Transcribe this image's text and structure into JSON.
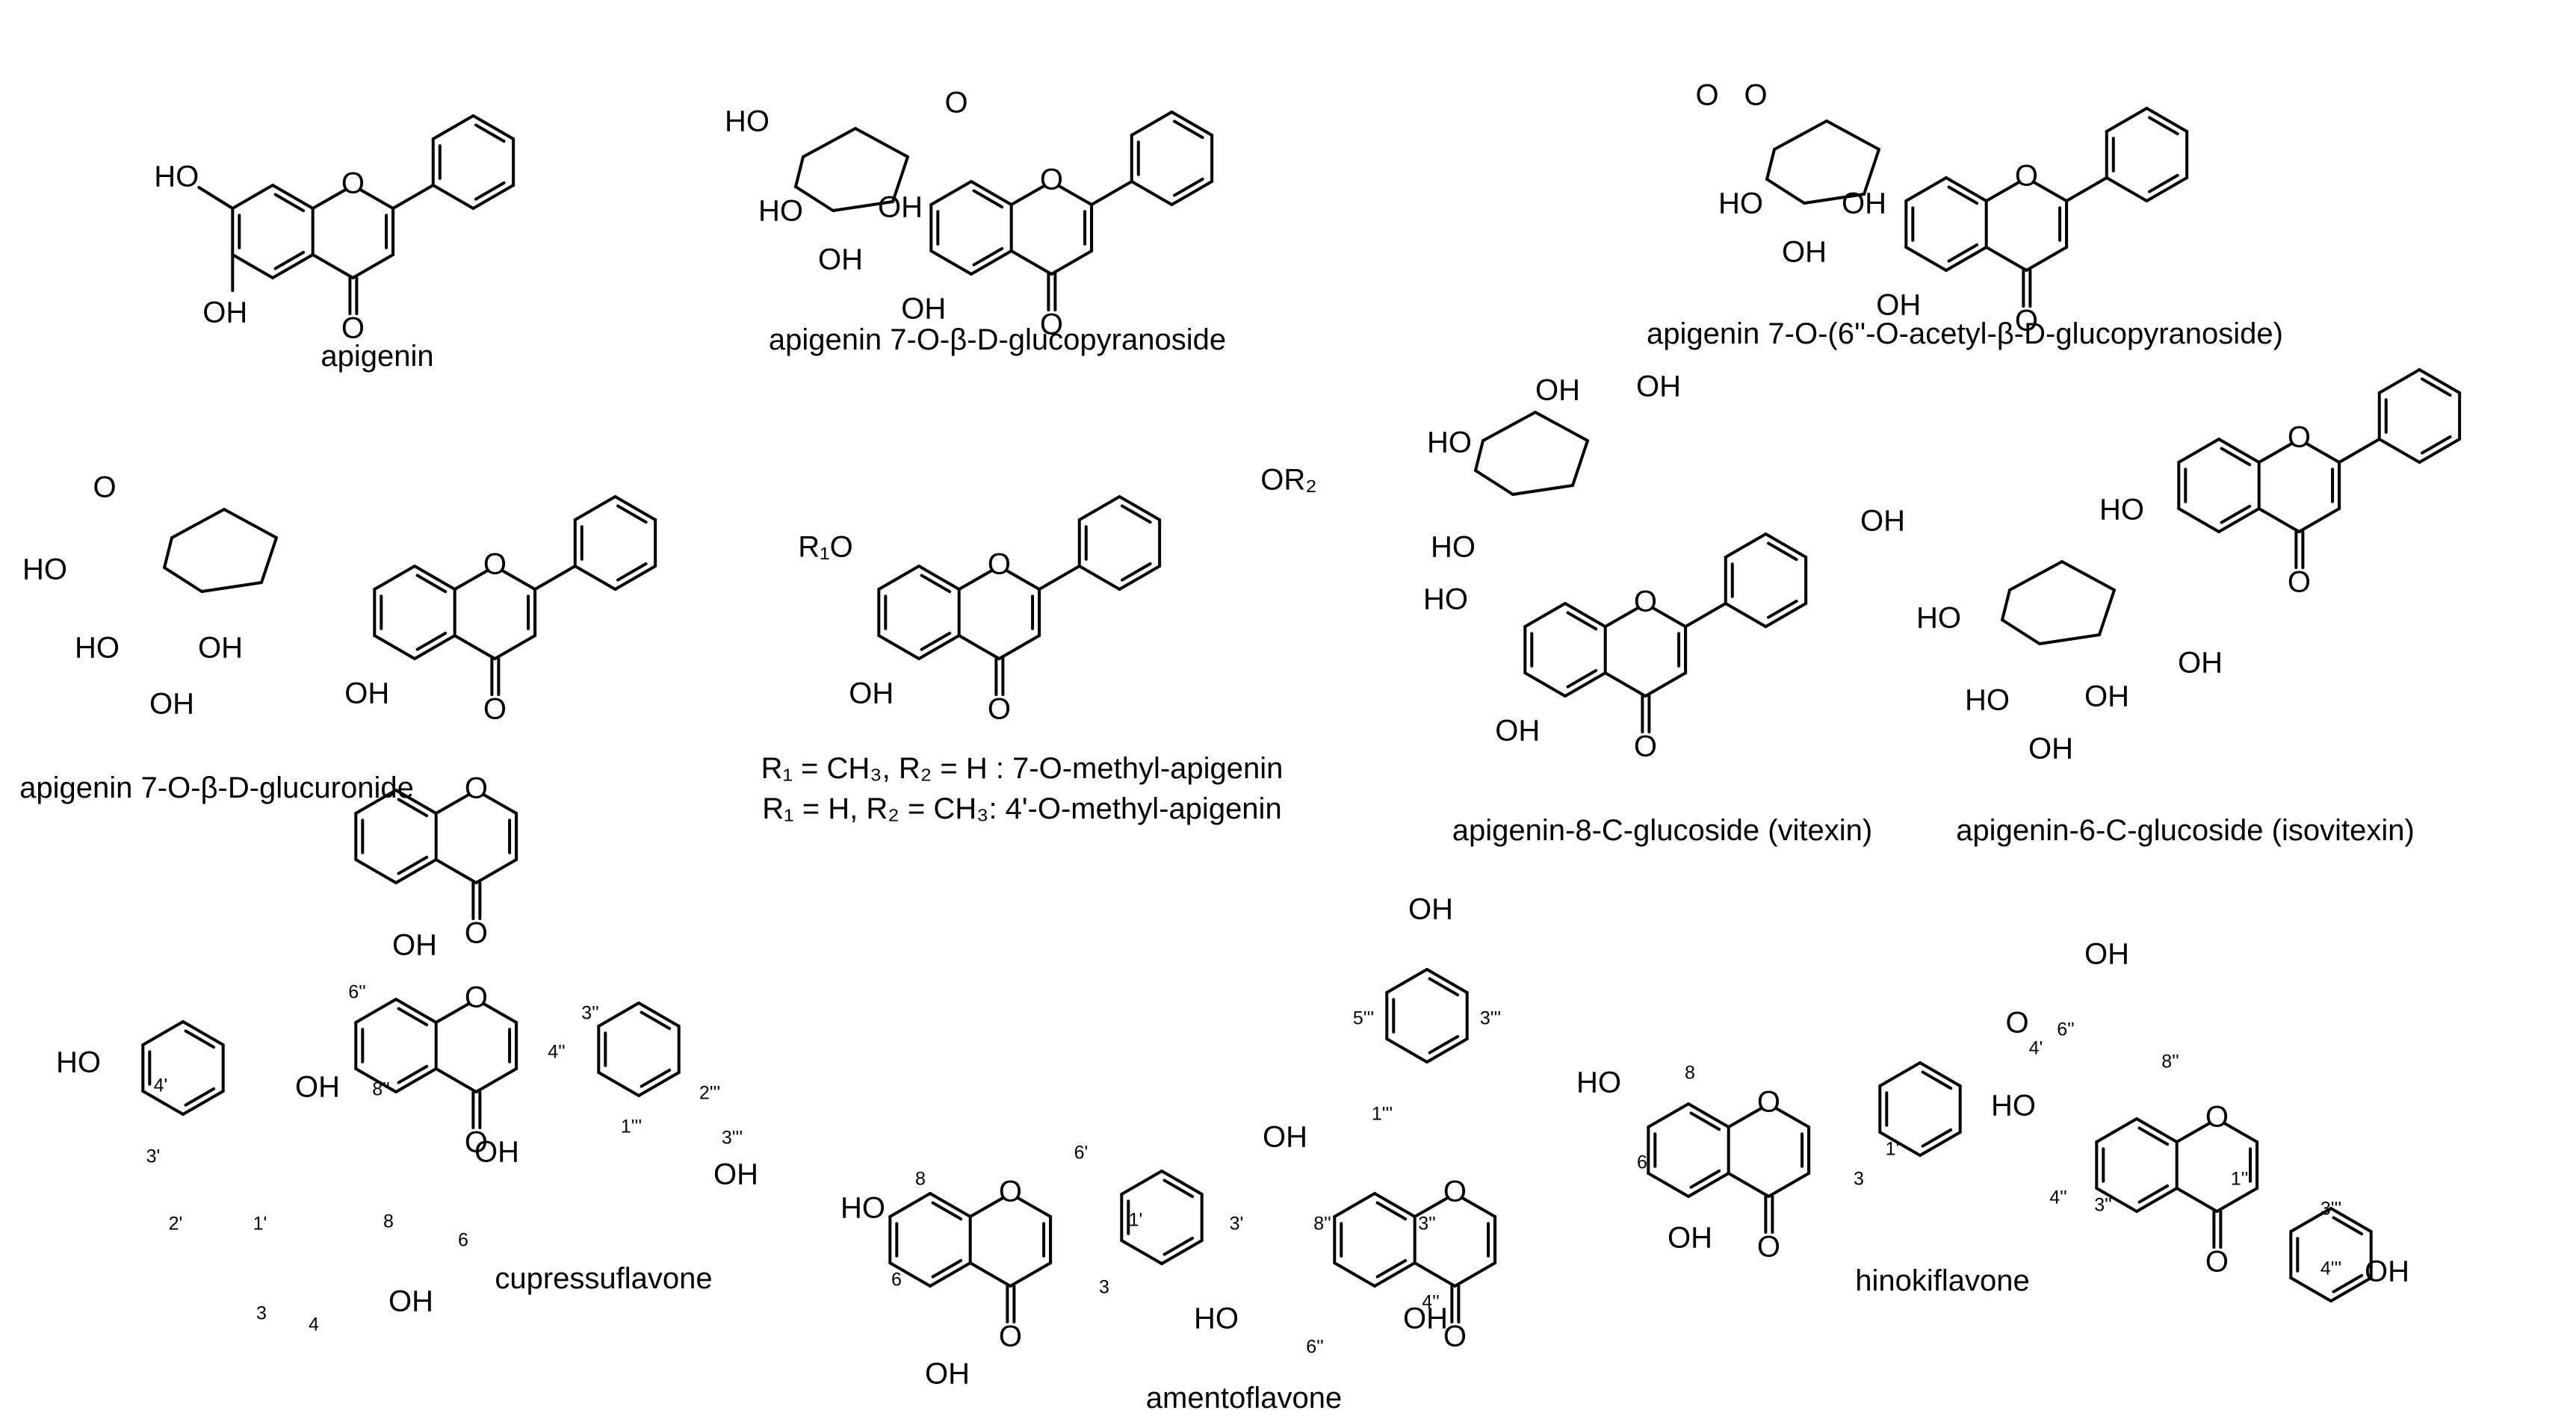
{
  "figure": {
    "compounds": [
      {
        "id": "apigenin",
        "caption": "apigenin"
      },
      {
        "id": "apig7glc",
        "caption": "apigenin 7-O-β-D-glucopyranoside"
      },
      {
        "id": "apig7acglc",
        "caption": "apigenin 7-O-(6''-O-acetyl-β-D-glucopyranoside)"
      },
      {
        "id": "apig7gluc",
        "caption": "apigenin 7-O-β-D-glucuronide"
      },
      {
        "id": "methylapig",
        "caption_lines": [
          "R₁ = CH₃, R₂ = H : 7-O-methyl-apigenin",
          "R₁ = H, R₂ = CH₃: 4'-O-methyl-apigenin"
        ]
      },
      {
        "id": "vitexin",
        "caption": "apigenin-8-C-glucoside (vitexin)"
      },
      {
        "id": "isovitexin",
        "caption": "apigenin-6-C-glucoside (isovitexin)"
      },
      {
        "id": "cupressuflavone",
        "caption": "cupressuflavone"
      },
      {
        "id": "amentoflavone",
        "caption": "amentoflavone"
      },
      {
        "id": "hinokiflavone",
        "caption": "hinokiflavone"
      }
    ],
    "atom_labels": {
      "oh": "OH",
      "ho": "HO",
      "o": "O",
      "or2": "OR₂",
      "r1o": "R₁O"
    },
    "position_labels": [
      "8",
      "6",
      "3",
      "4",
      "1'",
      "2'",
      "3'",
      "4'",
      "6'",
      "3''",
      "4''",
      "6''",
      "8''",
      "1'''",
      "2'''",
      "3'''",
      "4'''",
      "5'''"
    ]
  }
}
